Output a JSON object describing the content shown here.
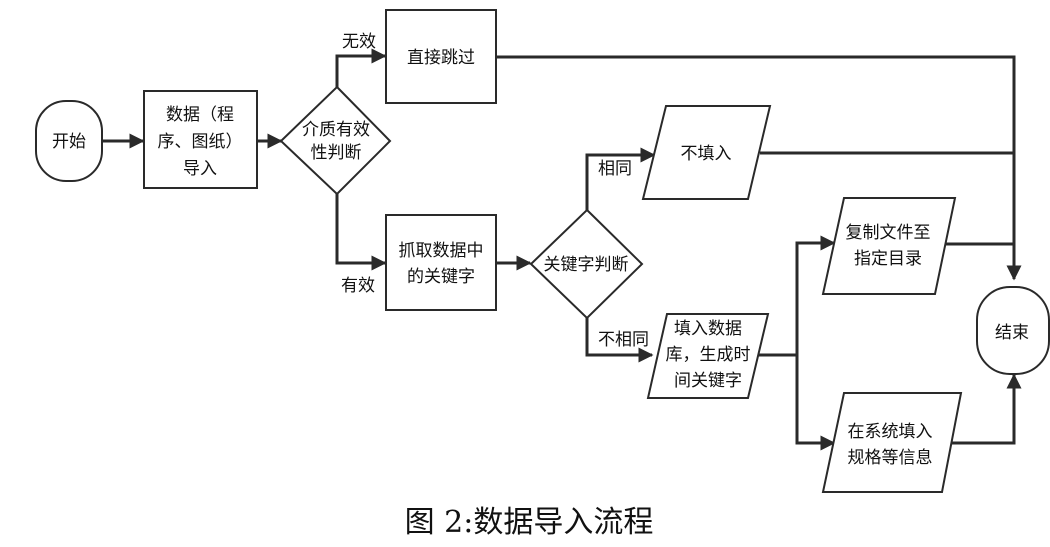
{
  "diagram": {
    "caption": "图 2:数据导入流程",
    "nodes": {
      "start": "开始",
      "import": [
        "数据（程",
        "序、图纸）",
        "导入"
      ],
      "media_check": [
        "介质有效",
        "性判断"
      ],
      "skip": "直接跳过",
      "grab_keywords": [
        "抓取数据中",
        "的关键字"
      ],
      "keyword_check": "关键字判断",
      "no_fill": "不填入",
      "fill_db": [
        "填入数据",
        "库，生成时",
        "间关键字"
      ],
      "copy_file": [
        "复制文件至",
        "指定目录"
      ],
      "fill_info": [
        "在系统填入",
        "规格等信息"
      ],
      "end": "结束"
    },
    "edge_labels": {
      "invalid": "无效",
      "valid": "有效",
      "same": "相同",
      "different": "不相同"
    }
  }
}
